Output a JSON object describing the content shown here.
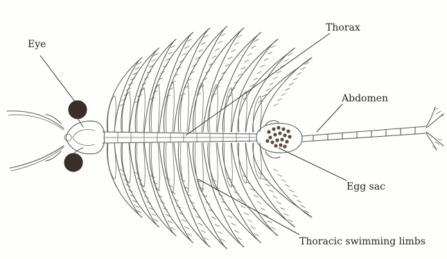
{
  "labels": {
    "eye": "Eye",
    "thorax": "Thorax",
    "abdomen": "Abdomen",
    "egg_sac": "Egg sac",
    "thoracic_limbs": "Thoracic swimming limbs"
  },
  "colors": {
    "ink": "#5a5a5a",
    "eye_fill": "#3b2f2c",
    "egg_fill": "#5a4a44",
    "text": "#222222"
  }
}
